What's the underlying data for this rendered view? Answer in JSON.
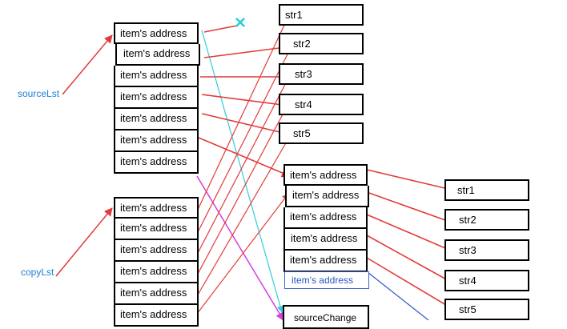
{
  "labels": {
    "source_list": "sourceLst",
    "copy_list": "copyLst"
  },
  "source_items": [
    "item's address",
    "item's address",
    "item's address",
    "item's address",
    "item's address",
    "item's address",
    "item's address"
  ],
  "copy_items": [
    "item's address",
    "item's address",
    "item's address",
    "item's address",
    "item's address",
    "item's address"
  ],
  "middle_strings": [
    "str1",
    "str2",
    "str3",
    "str4",
    "str5"
  ],
  "middle_items": [
    "item's address",
    "item's address",
    "item's address",
    "item's address",
    "item's address"
  ],
  "middle_item_highlight": "item's address",
  "right_strings": [
    "str1",
    "str2",
    "str3",
    "str4",
    "str5"
  ],
  "source_change": "sourceChange",
  "deleted_mark": "×",
  "colors": {
    "arrow": "#e23b3b",
    "cyan": "#2ccfd6",
    "magenta": "#d23fe0",
    "blue": "#3354c8",
    "label": "#1f7fd0"
  }
}
